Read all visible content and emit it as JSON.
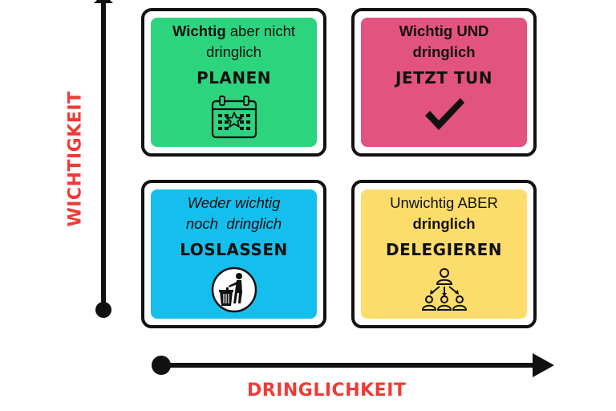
{
  "axes": {
    "y_label": "WICHTIGKEIT",
    "x_label": "DRINGLICHKEIT"
  },
  "quadrants": {
    "top_left": {
      "line1_bold": "Wichtig",
      "line1_rest": " aber nicht",
      "line2": "dringlich",
      "action": "PLANEN",
      "icon": "calendar-star-icon",
      "color": "#2dd47e"
    },
    "top_right": {
      "line1": "Wichtig UND",
      "line2": "dringlich",
      "action": "JETZT TUN",
      "icon": "checkmark-icon",
      "color": "#e3537f"
    },
    "bottom_left": {
      "line1": "Weder wichtig",
      "line2": "noch  dringlich",
      "action": "LOSLASSEN",
      "icon": "trash-bin-icon",
      "color": "#15bfed"
    },
    "bottom_right": {
      "line1": "Unwichtig ABER",
      "line2": "dringlich",
      "action": "DELEGIEREN",
      "icon": "delegate-team-icon",
      "color": "#fcdd6b"
    }
  },
  "colors": {
    "axis_label": "#ef3b36",
    "outline": "#111111"
  }
}
